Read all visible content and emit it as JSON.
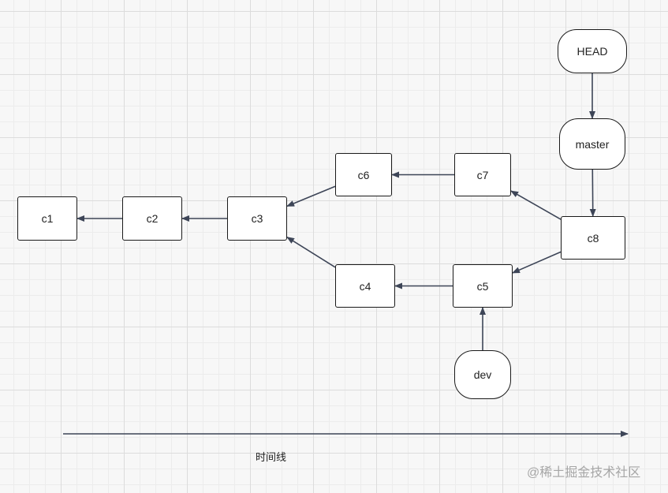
{
  "diagram": {
    "nodes": [
      {
        "id": "c1",
        "label": "c1",
        "shape": "rect"
      },
      {
        "id": "c2",
        "label": "c2",
        "shape": "rect"
      },
      {
        "id": "c3",
        "label": "c3",
        "shape": "rect"
      },
      {
        "id": "c6",
        "label": "c6",
        "shape": "rect"
      },
      {
        "id": "c7",
        "label": "c7",
        "shape": "rect"
      },
      {
        "id": "c4",
        "label": "c4",
        "shape": "rect"
      },
      {
        "id": "c5",
        "label": "c5",
        "shape": "rect"
      },
      {
        "id": "c8",
        "label": "c8",
        "shape": "rect"
      },
      {
        "id": "head",
        "label": "HEAD",
        "shape": "pill"
      },
      {
        "id": "master",
        "label": "master",
        "shape": "pill"
      },
      {
        "id": "dev",
        "label": "dev",
        "shape": "pill"
      }
    ],
    "edges": [
      {
        "from": "c2",
        "to": "c1"
      },
      {
        "from": "c3",
        "to": "c2"
      },
      {
        "from": "c6",
        "to": "c3"
      },
      {
        "from": "c4",
        "to": "c3"
      },
      {
        "from": "c7",
        "to": "c6"
      },
      {
        "from": "c5",
        "to": "c4"
      },
      {
        "from": "c8",
        "to": "c7"
      },
      {
        "from": "c8",
        "to": "c5"
      },
      {
        "from": "head",
        "to": "master"
      },
      {
        "from": "master",
        "to": "c8"
      },
      {
        "from": "dev",
        "to": "c5"
      }
    ],
    "timeline_label": "时间线",
    "line_color": "#3d4557"
  },
  "watermark": "@稀土掘金技术社区"
}
